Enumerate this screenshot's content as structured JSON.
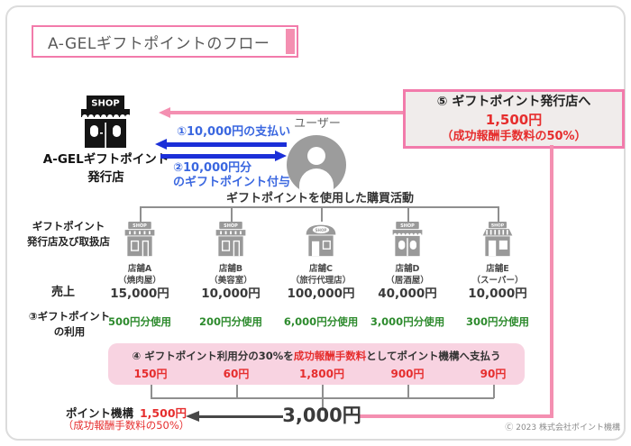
{
  "title": "A-GELギフトポイントのフロー",
  "colors": {
    "pink_border": "#f27bab",
    "pink_line": "#f48fb1",
    "pink_fill": "#f8d3e1",
    "blue_arrow": "#1b2fd8",
    "blue_text": "#3a67e0",
    "green": "#2e8b2e",
    "red": "#e62e2e"
  },
  "issuer": {
    "sign": "SHOP",
    "label": "A-GELギフトポイント\n発行店"
  },
  "user": {
    "label": "ユーザー"
  },
  "flows": {
    "payment": "①10,000円の支払い",
    "grant": "②10,000円分\nのギフトポイント付与"
  },
  "box5": {
    "line1": "⑤ ギフトポイント発行店へ",
    "amount": "1,500円",
    "note": "（成功報酬手数料の50%）"
  },
  "purchase_heading": "ギフトポイントを使用した購買活動",
  "row_labels": {
    "stores": "ギフトポイント\n発行店及び取扱店",
    "sales": "売上",
    "usage": "③ギフトポイント\nの利用"
  },
  "store_sign": "SHOP",
  "stores": [
    {
      "name": "店舗A",
      "type": "（焼肉屋）",
      "sales": "15,000円",
      "usage": "500円分使用",
      "fee": "150円"
    },
    {
      "name": "店舗B",
      "type": "（美容室）",
      "sales": "10,000円",
      "usage": "200円分使用",
      "fee": "60円"
    },
    {
      "name": "店舗C",
      "type": "（旅行代理店）",
      "sales": "100,000円",
      "usage": "6,000円分使用",
      "fee": "1,800円"
    },
    {
      "name": "店舗D",
      "type": "（居酒屋）",
      "sales": "40,000円",
      "usage": "3,000円分使用",
      "fee": "900円"
    },
    {
      "name": "店舗E",
      "type": "（スーパー）",
      "sales": "10,000円",
      "usage": "300円分使用",
      "fee": "90円"
    }
  ],
  "box4": {
    "text_before": "④ ギフトポイント利用分の30%を",
    "text_red": "成功報酬手数料",
    "text_after": "としてポイント機構へ支払う"
  },
  "bottom": {
    "org": "ポイント機構",
    "org_amount": "1,500円",
    "org_note": "（成功報酬手数料の50%）",
    "total": "3,000円"
  },
  "copyright": "Ⓒ 2023 株式会社ポイント機構"
}
